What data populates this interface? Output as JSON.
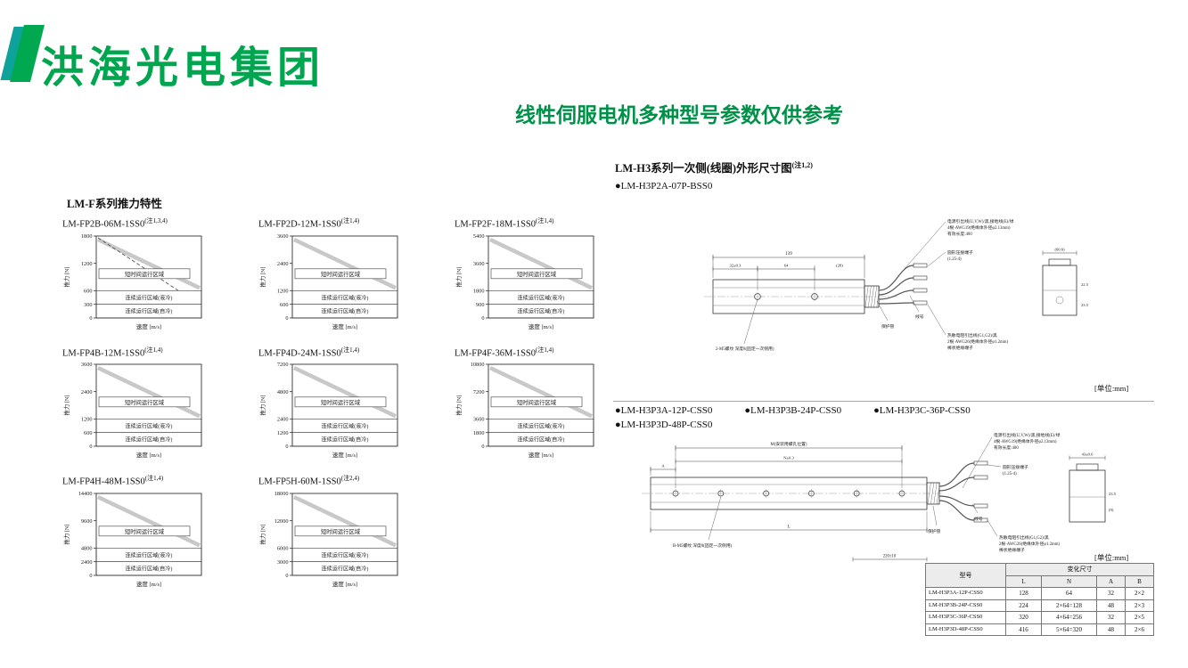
{
  "header": {
    "company": "洪海光电集团",
    "subtitle": "线性伺服电机多种型号参数仅供参考",
    "brand_green": "#00a64f",
    "brand_teal": "#0fa29b"
  },
  "thrust_section": {
    "heading": "LM-F系列推力特性",
    "ylabel": "推力 [N]",
    "xlabel": "速度 [m/s]",
    "regions": {
      "short": "短时间运行区域",
      "liquid": "连续运行区域(液冷)",
      "self_cool": "连续运行区域(自冷)"
    },
    "charts": [
      {
        "model": "LM-FP2B-06M-1SS0",
        "note": "(注1,3,4)",
        "ymax": 1800,
        "y_ticks": [
          1800,
          1200,
          600,
          300,
          0
        ],
        "dashed": true
      },
      {
        "model": "LM-FP2D-12M-1SS0",
        "note": "(注1,4)",
        "ymax": 3600,
        "y_ticks": [
          3600,
          2400,
          1200,
          600,
          0
        ],
        "dashed": false
      },
      {
        "model": "LM-FP2F-18M-1SS0",
        "note": "(注1,4)",
        "ymax": 5400,
        "y_ticks": [
          5400,
          3600,
          1800,
          900,
          0
        ],
        "dashed": false
      },
      {
        "model": "LM-FP4B-12M-1SS0",
        "note": "(注1,4)",
        "ymax": 3600,
        "y_ticks": [
          3600,
          2400,
          1200,
          600,
          0
        ],
        "dashed": false
      },
      {
        "model": "LM-FP4D-24M-1SS0",
        "note": "(注1,4)",
        "ymax": 7200,
        "y_ticks": [
          7200,
          4800,
          2400,
          1200,
          0
        ],
        "dashed": false
      },
      {
        "model": "LM-FP4F-36M-1SS0",
        "note": "(注1,4)",
        "ymax": 10800,
        "y_ticks": [
          10800,
          7200,
          3600,
          1800,
          0
        ],
        "dashed": false
      },
      {
        "model": "LM-FP4H-48M-1SS0",
        "note": "(注1,4)",
        "ymax": 14400,
        "y_ticks": [
          14400,
          9600,
          4800,
          2400,
          0
        ],
        "dashed": false
      },
      {
        "model": "LM-FP5H-60M-1SS0",
        "note": "(注2,4)",
        "ymax": 18000,
        "y_ticks": [
          18000,
          12000,
          6000,
          3000,
          0
        ],
        "dashed": false
      }
    ]
  },
  "dimension_section": {
    "heading": "LM-H3系列一次侧(线圈)外形尺寸图",
    "heading_note": "(注1,2)",
    "unit_label": "[单位:mm]",
    "drawing1": {
      "model": "●LM-H3P2A-07P-BSS0",
      "labels": [
        "139",
        "32±0.3",
        "64",
        "(28)",
        "2-M5螺纹 深度8(固定一次侧用)",
        "电源引出线(U,V,W)/黑,接地线(E)/绿",
        "4根·AWG19(绝缘体外径φ2.13mm)",
        "有效长度:400",
        "圆形压接端子",
        "(1.25-4)",
        "保护管",
        "线号",
        "热敏电阻引出线(G1,G2)/黑",
        "2根·AWG26(绝缘体外径φ1.2mm)",
        "棒状绝缘端子",
        "(60.6)",
        "22.5",
        "23.5"
      ]
    },
    "drawing2": {
      "models": [
        "●LM-H3P3A-12P-CSS0",
        "●LM-H3P3B-24P-CSS0",
        "●LM-H3P3C-36P-CSS0",
        "●LM-H3P3D-48P-CSS0"
      ],
      "labels": [
        "L",
        "N±0.3",
        "M(安装用螺孔位置)",
        "A",
        "B-M5螺纹 深度8(固定一次侧用)",
        "电源引出线(U,V,W)/黑,接地线(E)/绿",
        "4根·AWG19(绝缘体外径φ2.13mm)",
        "有效长度:400",
        "圆形压接端子",
        "(1.25-4)",
        "保护管",
        "线号",
        "热敏电阻引出线(G1,G2)/黑",
        "2根·AWG26(绝缘体外径φ1.2mm)",
        "棒状绝缘端子",
        "220±10",
        "43±0.6",
        "23.5",
        "(9)"
      ]
    },
    "table": {
      "col_model": "型号",
      "col_dims": "变化尺寸",
      "sub_cols": [
        "L",
        "N",
        "A",
        "B"
      ],
      "rows": [
        {
          "model": "LM-H3P3A-12P-CSS0",
          "values": [
            "128",
            "64",
            "32",
            "2×2"
          ]
        },
        {
          "model": "LM-H3P3B-24P-CSS0",
          "values": [
            "224",
            "2×64=128",
            "48",
            "2×3"
          ]
        },
        {
          "model": "LM-H3P3C-36P-CSS0",
          "values": [
            "320",
            "4×64=256",
            "32",
            "2×5"
          ]
        },
        {
          "model": "LM-H3P3D-48P-CSS0",
          "values": [
            "416",
            "5×64=320",
            "48",
            "2×6"
          ]
        }
      ]
    }
  }
}
